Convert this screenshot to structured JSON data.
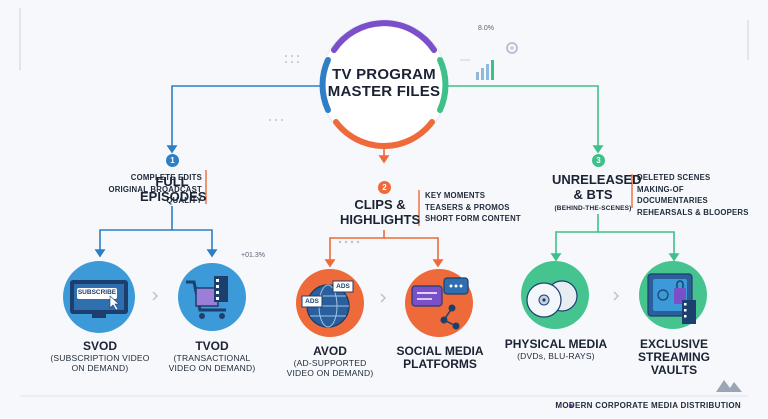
{
  "hub": {
    "title": "TV PROGRAM MASTER FILES",
    "stat": "8.0%"
  },
  "categories": [
    {
      "number": "1",
      "title": "FULL EPISODES",
      "desc": [
        "COMPLETE EDITS",
        "ORIGINAL BROADCAST",
        "QUALITY"
      ],
      "color": "#2e7fc6"
    },
    {
      "number": "2",
      "title": "CLIPS & HIGHLIGHTS",
      "desc": [
        "KEY MOMENTS",
        "TEASERS & PROMOS",
        "SHORT FORM CONTENT"
      ],
      "color": "#ee6a3a"
    },
    {
      "number": "3",
      "title": "UNRELEASED & BTS",
      "subtitle": "(BEHIND-THE-SCENES)",
      "desc": [
        "DELETED SCENES",
        "MAKING-OF DOCUMENTARIES",
        "REHEARSALS & BLOOPERS"
      ],
      "color": "#3ec08a"
    }
  ],
  "channels": [
    {
      "title": "SVOD",
      "sub": [
        "(SUBSCRIPTION VIDEO",
        "ON DEMAND)"
      ],
      "icon_text": "SUBSCRIBE"
    },
    {
      "title": "TVOD",
      "sub": [
        "(TRANSACTIONAL",
        "VIDEO ON DEMAND)"
      ],
      "stat": "+01.3%"
    },
    {
      "title": "AVOD",
      "sub": [
        "(AD-SUPPORTED",
        "VIDEO ON DEMAND)"
      ],
      "icon_text_1": "ADS",
      "icon_text_2": "ADS"
    },
    {
      "title": "SOCIAL MEDIA",
      "title2": "PLATFORMS"
    },
    {
      "title": "PHYSICAL MEDIA",
      "sub": [
        "(DVDs, BLU-RAYS)"
      ]
    },
    {
      "title": "EXCLUSIVE",
      "title2": "STREAMING VAULTS"
    }
  ],
  "footer": {
    "text": "MODERN CORPORATE MEDIA DISTRIBUTION"
  },
  "colors": {
    "blue": "#2e7fc6",
    "orange": "#ee6a3a",
    "green": "#3ec08a",
    "purple": "#7b4fc9"
  }
}
